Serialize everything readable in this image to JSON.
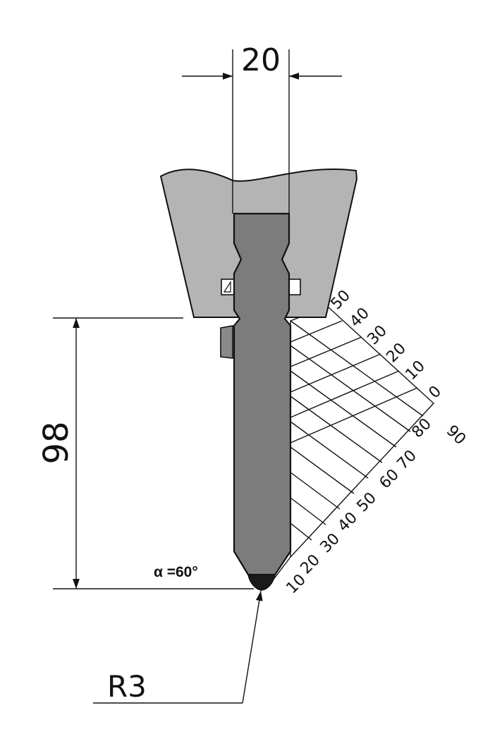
{
  "dimensions": {
    "width_label": "20",
    "height_label": "98",
    "radius_label": "R3",
    "angle_label": "α =60°"
  },
  "grid_scale": {
    "upper_labels": [
      "50",
      "40",
      "30",
      "20",
      "10",
      "0"
    ],
    "lower_labels": [
      "90",
      "80",
      "70",
      "60",
      "50",
      "40",
      "30",
      "20",
      "10"
    ]
  },
  "colors": {
    "holder_fill": "#b4b4b4",
    "punch_fill": "#7c7c7c",
    "tip_fill": "#1a1a1a",
    "line": "#111111"
  }
}
